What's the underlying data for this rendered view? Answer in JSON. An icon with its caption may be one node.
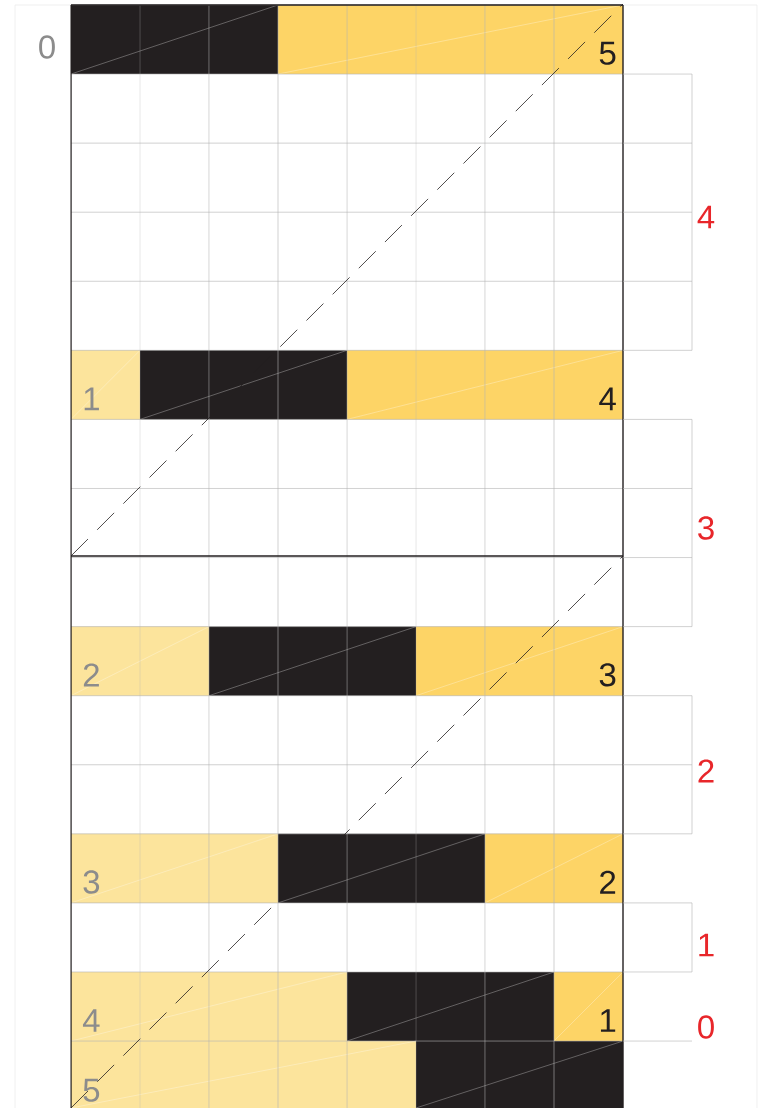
{
  "diagram": {
    "labels": [
      "0",
      "5",
      "4",
      "1",
      "4",
      "3",
      "2",
      "3",
      "2",
      "3",
      "2",
      "1",
      "4",
      "1",
      "0",
      "5"
    ]
  }
}
